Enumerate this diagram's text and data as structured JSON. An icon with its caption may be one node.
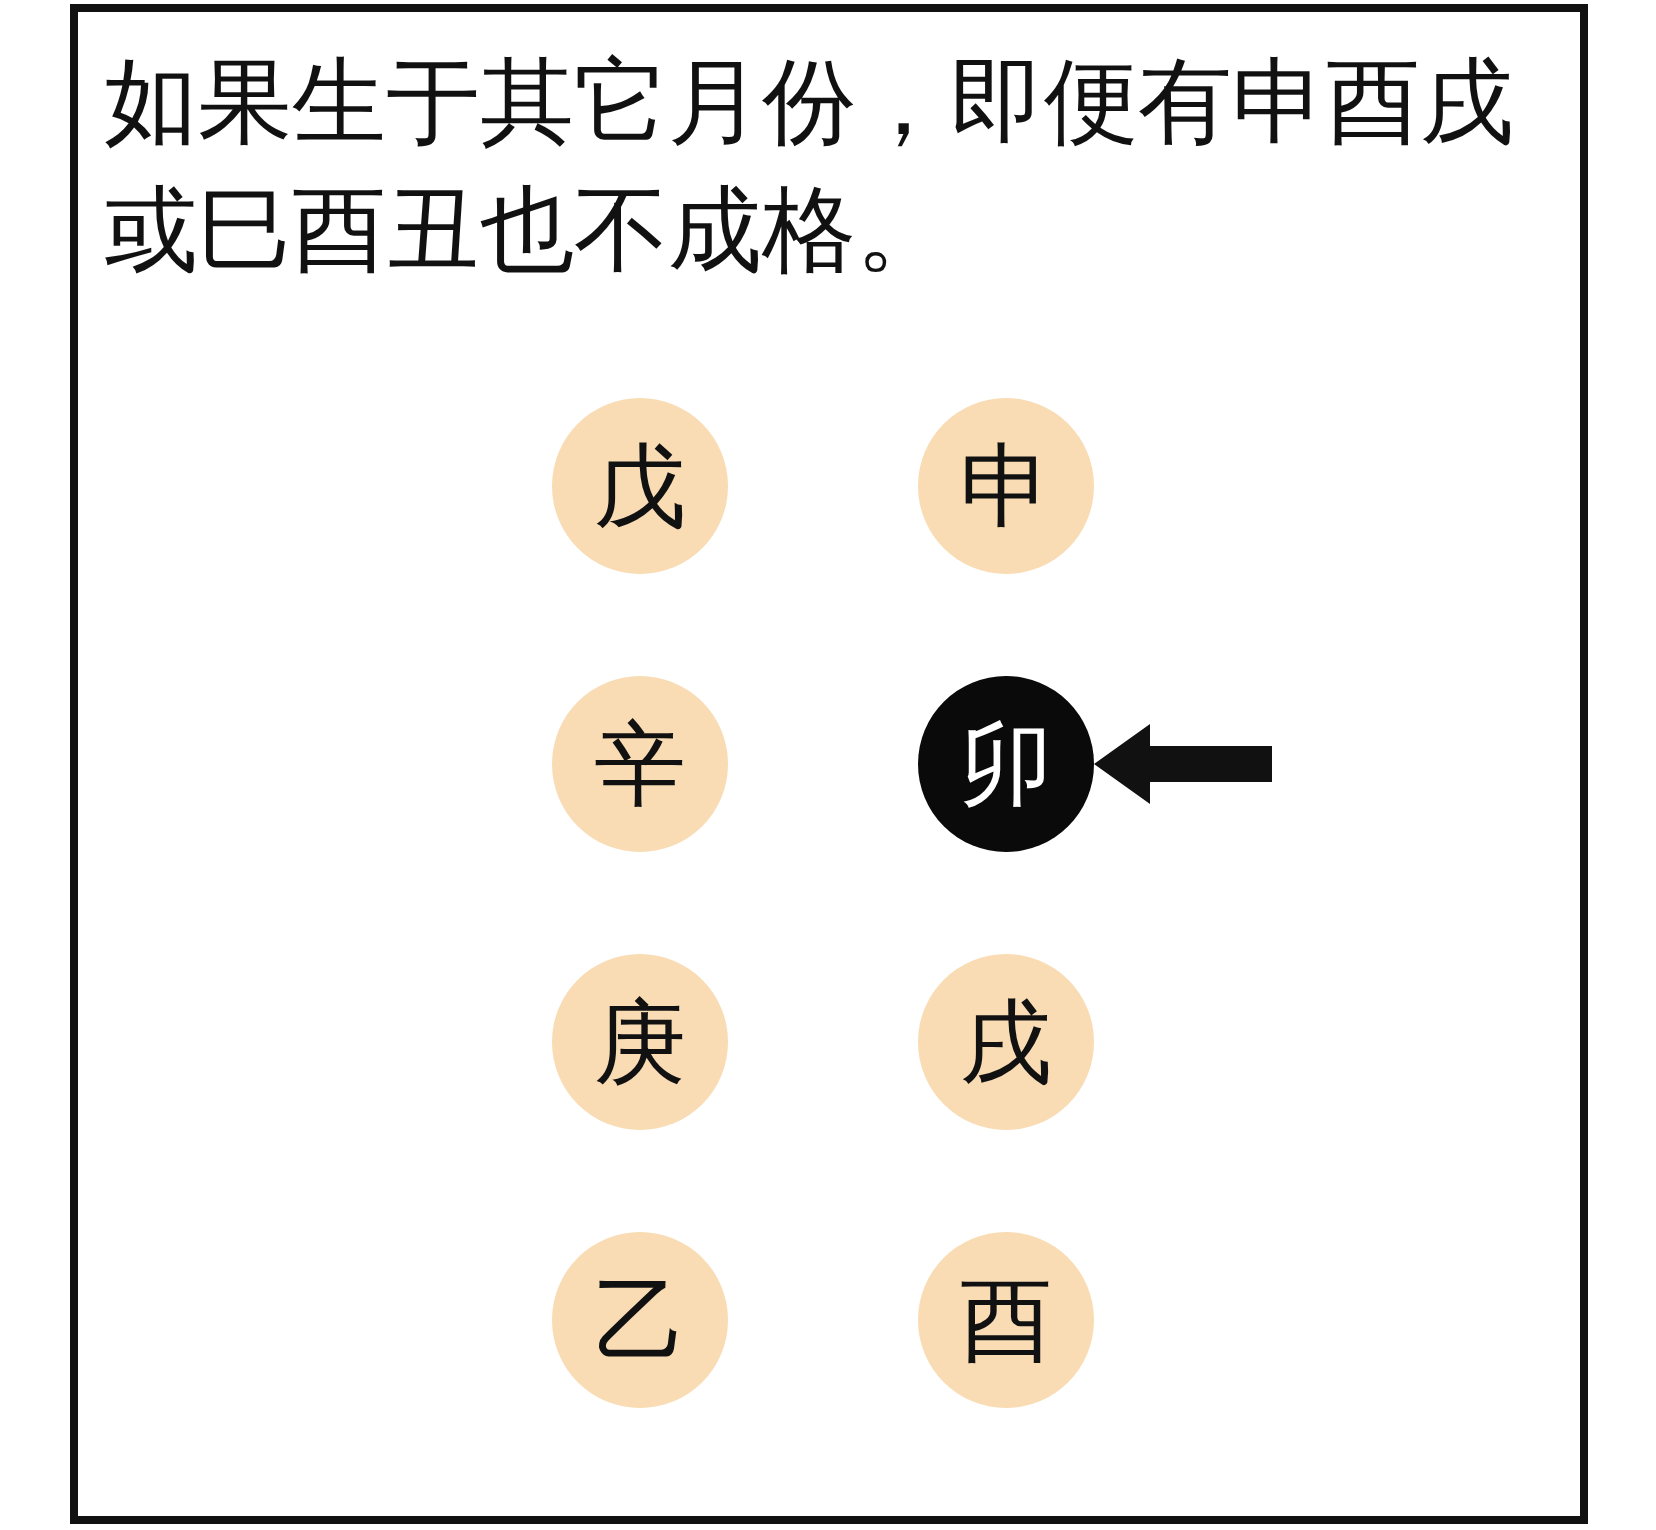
{
  "diagram": {
    "title": "如果生于其它月份，即便有申酉戌或巳酉丑也不成格。",
    "nodes": [
      {
        "text": [
          "戊"
        ]
      },
      {
        "text": [
          "申"
        ]
      },
      {
        "text": [
          "辛"
        ]
      },
      {
        "text": [
          "卯"
        ]
      },
      {
        "text": [
          "庚"
        ]
      },
      {
        "text": [
          "戌"
        ]
      },
      {
        "text": [
          "乙"
        ]
      },
      {
        "text": [
          "酉"
        ]
      }
    ],
    "edges": [
      {
        "from": null,
        "to": 3,
        "arrow": "to"
      }
    ]
  }
}
